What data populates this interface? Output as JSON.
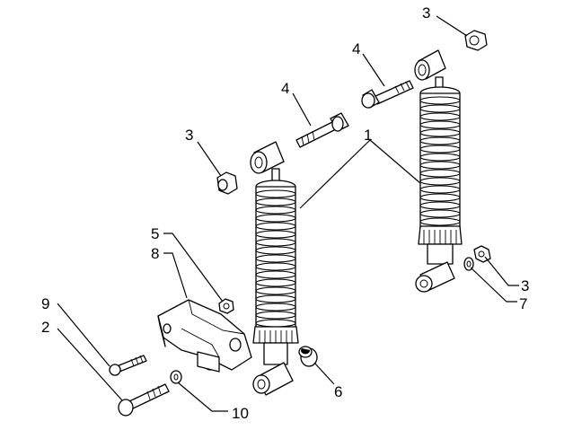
{
  "callouts": {
    "c1": "1",
    "c2": "2",
    "c3a": "3",
    "c3b": "3",
    "c3c": "3",
    "c4a": "4",
    "c4b": "4",
    "c5": "5",
    "c6": "6",
    "c7": "7",
    "c8": "8",
    "c9": "9",
    "c10": "10"
  },
  "parts": {
    "shock_absorber": "shock-absorber",
    "bolt": "bolt",
    "nut": "nut",
    "washer": "washer",
    "bracket": "bracket",
    "bushing": "bushing"
  }
}
